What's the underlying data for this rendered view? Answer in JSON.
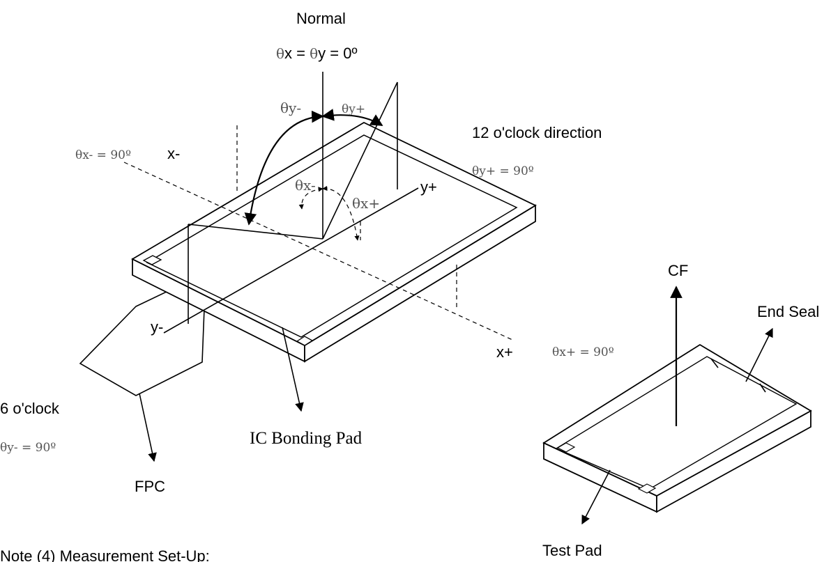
{
  "labels": {
    "normal": "Normal",
    "normal_angle_theta1": "θ",
    "normal_angle_x": "x = ",
    "normal_angle_theta2": "θ",
    "normal_angle_y": "y = 0º",
    "theta_y_minus": "θy-",
    "theta_y_plus": "θy+",
    "twelve_oclock": "12 o'clock direction",
    "theta_y_plus_90": "θy+ = 90º",
    "theta_x_minus_90": "θx- = 90º",
    "x_minus": "x-",
    "theta_x_minus": "θx-",
    "theta_x_plus": "θx+",
    "y_plus": "y+",
    "y_minus": "y-",
    "x_plus": "x+",
    "theta_x_plus_90": "θx+ = 90º",
    "six_oclock": "6 o'clock",
    "theta_y_minus_90": "θy- = 90º",
    "ic_bonding_pad": "IC Bonding Pad",
    "fpc": "FPC",
    "cf": "CF",
    "end_seal": "End Seal",
    "test_pad": "Test Pad",
    "note": "Note (4)   Measurement Set-Up:"
  }
}
